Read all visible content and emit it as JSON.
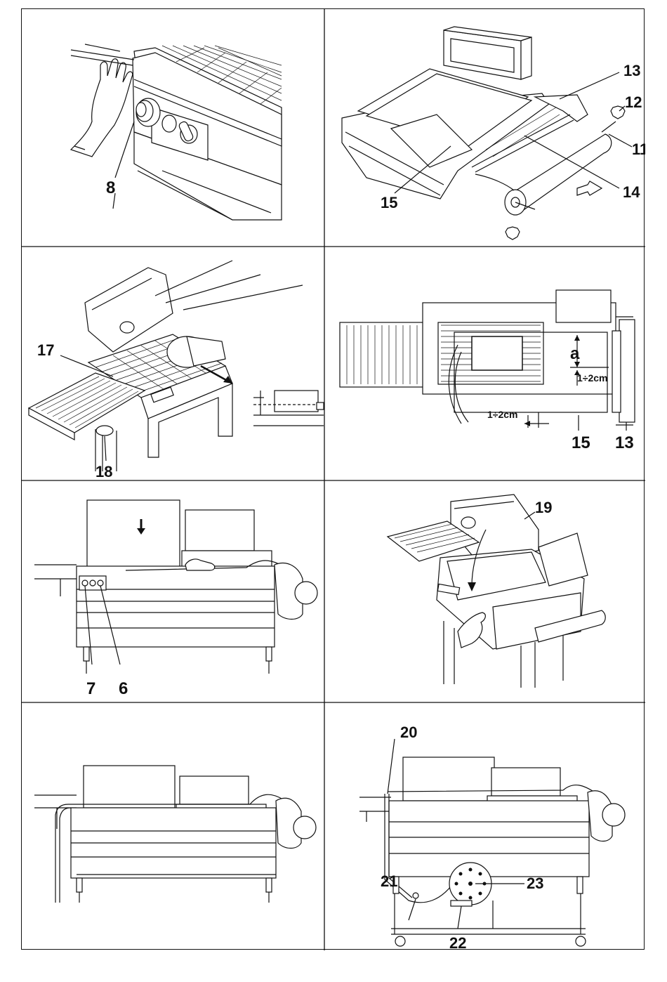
{
  "panels": [
    {
      "id": "p1",
      "labels": {
        "l8": "8"
      }
    },
    {
      "id": "p2",
      "labels": {
        "l11": "11",
        "l12": "12",
        "l13": "13",
        "l14": "14",
        "l15": "15"
      }
    },
    {
      "id": "p3",
      "labels": {
        "l17": "17",
        "l18": "18"
      }
    },
    {
      "id": "p4",
      "labels": {
        "la": "a",
        "dim1": "1÷2cm",
        "dim2": "1÷2cm",
        "l15": "15",
        "l13": "13"
      }
    },
    {
      "id": "p5",
      "labels": {
        "l7": "7",
        "l6": "6"
      }
    },
    {
      "id": "p6",
      "labels": {
        "l19": "19"
      }
    },
    {
      "id": "p7",
      "labels": {}
    },
    {
      "id": "p8",
      "labels": {
        "l20": "20",
        "l21": "21",
        "l22": "22",
        "l23": "23"
      }
    }
  ],
  "colors": {
    "ink": "#111111",
    "paper": "#ffffff"
  }
}
